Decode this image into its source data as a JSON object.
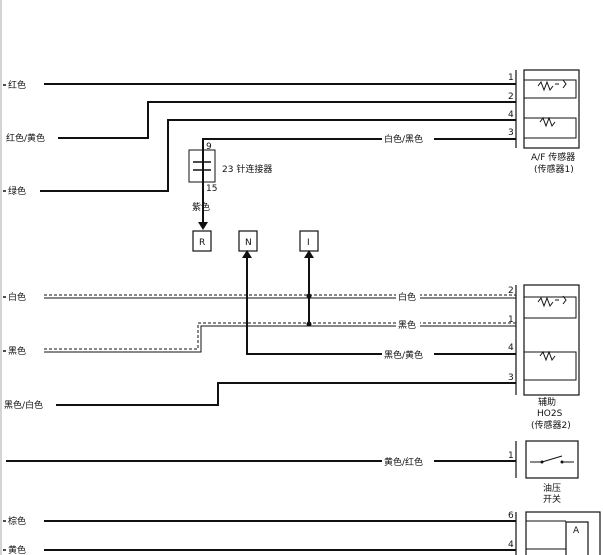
{
  "wires_left": {
    "red": "红色",
    "red_yellow": "红色/黄色",
    "green": "绿色",
    "white": "白色",
    "black": "黑色",
    "black_white": "黑色/白色",
    "brown": "棕色",
    "yellow": "黄色"
  },
  "wires_right": {
    "white_black": "白色/黑色",
    "white": "白色",
    "black": "黑色",
    "black_yellow": "黑色/黄色",
    "yellow_red": "黄色/红色"
  },
  "connector23": {
    "label": "23 针连接器",
    "pin_top": "9",
    "pin_bottom": "15",
    "wire_color": "紫色"
  },
  "terminals": {
    "r": "R",
    "n": "N",
    "i": "I"
  },
  "sensor1": {
    "title": "A/F 传感器",
    "subtitle": "(传感器1)",
    "pins": [
      "1",
      "2",
      "4",
      "3"
    ]
  },
  "sensor2": {
    "line1": "辅助",
    "line2": "HO2S",
    "line3": "(传感器2)",
    "pins": [
      "2",
      "1",
      "4",
      "3"
    ]
  },
  "oil_switch": {
    "line1": "油压",
    "line2": "开关",
    "pin": "1"
  },
  "bottom_component": {
    "pins": [
      "6",
      "4"
    ],
    "letter": "A"
  }
}
